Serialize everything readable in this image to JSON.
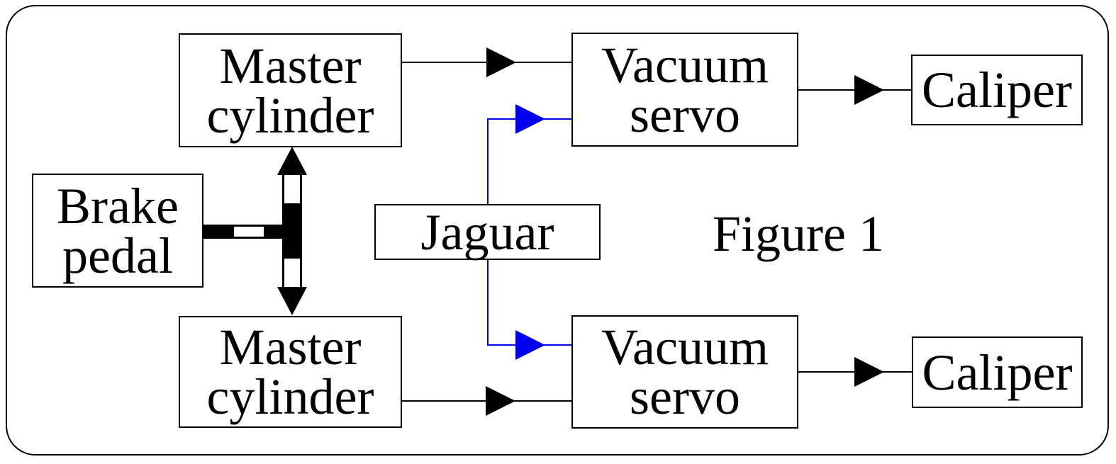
{
  "figure": {
    "caption": "Figure 1"
  },
  "colors": {
    "black": "#000000",
    "blue": "#0000ee",
    "background": "#ffffff"
  },
  "nodes": {
    "brake_pedal": {
      "line1": "Brake",
      "line2": "pedal"
    },
    "master_cylinder_top": {
      "line1": "Master",
      "line2": "cylinder"
    },
    "master_cylinder_bottom": {
      "line1": "Master",
      "line2": "cylinder"
    },
    "jaguar": {
      "label": "Jaguar"
    },
    "vacuum_servo_top": {
      "line1": "Vacuum",
      "line2": "servo"
    },
    "vacuum_servo_bottom": {
      "line1": "Vacuum",
      "line2": "servo"
    },
    "caliper_top": {
      "label": "Caliper"
    },
    "caliper_bottom": {
      "label": "Caliper"
    }
  },
  "edges": [
    {
      "from": "master_cylinder_top",
      "to": "vacuum_servo_top",
      "color": "black",
      "style": "arrow"
    },
    {
      "from": "vacuum_servo_top",
      "to": "caliper_top",
      "color": "black",
      "style": "arrow"
    },
    {
      "from": "master_cylinder_bottom",
      "to": "vacuum_servo_bottom",
      "color": "black",
      "style": "arrow"
    },
    {
      "from": "vacuum_servo_bottom",
      "to": "caliper_bottom",
      "color": "black",
      "style": "arrow"
    },
    {
      "from": "jaguar",
      "to": "vacuum_servo_top",
      "color": "blue",
      "style": "arrow"
    },
    {
      "from": "jaguar",
      "to": "vacuum_servo_bottom",
      "color": "blue",
      "style": "arrow"
    },
    {
      "from": "brake_pedal",
      "to": "master_cylinder_top_and_bottom",
      "color": "black",
      "style": "thick-dashed-double-headed-arrow"
    }
  ]
}
